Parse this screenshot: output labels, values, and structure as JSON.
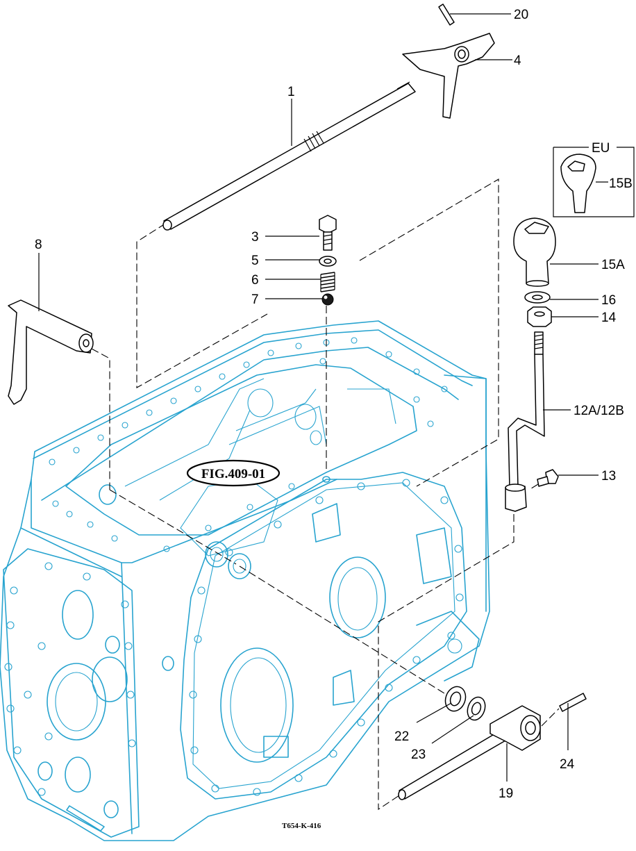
{
  "callouts": {
    "c1": "1",
    "c3": "3",
    "c4": "4",
    "c5": "5",
    "c6": "6",
    "c7": "7",
    "c8": "8",
    "c12": "12A/12B",
    "c13": "13",
    "c14": "14",
    "c15a": "15A",
    "c15b": "15B",
    "c16": "16",
    "c19": "19",
    "c20": "20",
    "c22": "22",
    "c23": "23",
    "c24": "24"
  },
  "region_label": "EU",
  "figure_reference": "FIG.409-01",
  "drawing_number": "T654-K-416",
  "colors": {
    "housing_outline": "#27a3cf",
    "parts": "#000000",
    "background": "#ffffff"
  }
}
